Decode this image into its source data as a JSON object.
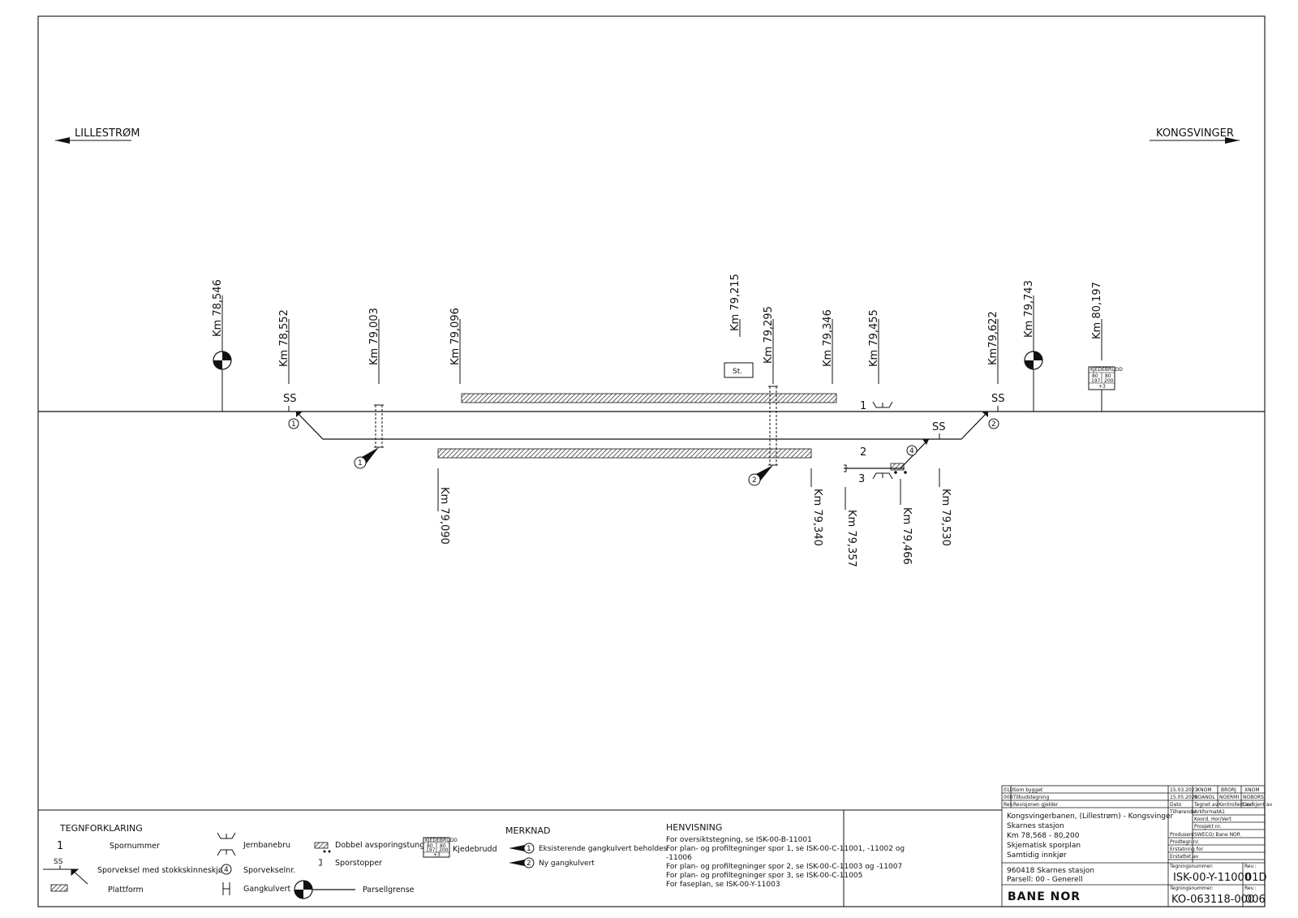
{
  "directions": {
    "left": "LILLESTRØM",
    "right": "KONGSVINGER"
  },
  "km_markers_top": [
    "Km 78,546",
    "Km 78,552",
    "Km 79,003",
    "Km 79,096",
    "Km 79,215",
    "Km 79,295",
    "Km 79,346",
    "Km 79,455",
    "Km79,622",
    "Km 79,743",
    "Km 80,197"
  ],
  "km_markers_bottom": [
    "Km 79,090",
    "Km 79,340",
    "Km 79,357",
    "Km 79,466",
    "Km 79,530"
  ],
  "track_numbers": [
    "1",
    "2",
    "3"
  ],
  "switch_labels": [
    "SS",
    "SS",
    "SS"
  ],
  "switch_numbers": [
    "1",
    "2",
    "4"
  ],
  "culvert_numbers": [
    "1",
    "2"
  ],
  "station_box": "St.",
  "chain_break": {
    "title": "KJEDEBRUDD",
    "row1": [
      "80",
      "80"
    ],
    "row2": [
      "197",
      "200"
    ],
    "row3": "+3"
  },
  "legend": {
    "title": "TEGNFORKLARING",
    "track_number_symbol": "1",
    "track_number": "Spornummer",
    "ss_symbol": "SS",
    "switch_with_joint": "Sporveksel med stokkskinneskjøt",
    "platform": "Plattform",
    "railway_bridge": "Jernbanebru",
    "switch_number": "Sporvekselnr.",
    "switch_number_symbol": "4",
    "underpass": "Gangkulvert",
    "derail": "Dobbel avsporingstunge",
    "buffer": "Sporstopper",
    "chain_break": "Kjedebrudd",
    "boundary": "Parsellgrense"
  },
  "merknad": {
    "title": "MERKNAD",
    "items": [
      {
        "num": "1",
        "text": "Eksisterende gangkulvert beholdes"
      },
      {
        "num": "2",
        "text": "Ny gangkulvert"
      }
    ]
  },
  "henvisning": {
    "title": "HENVISNING",
    "lines": [
      "For oversiktstegning, se ISK-00-B-11001",
      "For plan- og profiltegninger spor 1, se ISK-00-C-11001, -11002 og",
      "-11006",
      "For plan- og profiltegninger spor 2, se ISK-00-C-11003 og -11007",
      "For plan- og profiltegninger spor 3, se ISK-00-C-11005",
      "For faseplan, se ISK-00-Y-11003"
    ]
  },
  "title_block": {
    "revisions": [
      {
        "rev": "01D",
        "desc": "Som bygget",
        "date": "15.03.2023",
        "drawn": "XNOM",
        "checked": "BRORJ",
        "approved": "XNOM"
      },
      {
        "rev": "00B",
        "desc": "Tilbudstegning",
        "date": "15.05.2020",
        "drawn": "NOANOL",
        "checked": "NOERMI",
        "approved": "NOBORS"
      }
    ],
    "rev_headers": [
      "Rev.",
      "Revisjonen gjelder",
      "Dato",
      "Tegnet av",
      "Kontrollert av",
      "Godkjent av"
    ],
    "description_lines": [
      "Kongsvingerbanen, (Lillestrøm) - Kongsvinger",
      "Skarnes stasjon",
      "Km 78,568 - 80,200",
      "Skjematisk sporplan",
      "Samtidig innkjør"
    ],
    "fields": [
      {
        "label": "Tilhørende",
        "value": ""
      },
      {
        "label": "Arkformat",
        "value": "A1"
      },
      {
        "label": "Koord. Hor/Vert",
        "value": ""
      },
      {
        "label": "Prosjekt nr.",
        "value": ""
      },
      {
        "label": "Produsent",
        "value": "SWECO/ Bane NOR"
      },
      {
        "label": "Prodtegn nr.",
        "value": ""
      },
      {
        "label": "Erstatning for",
        "value": ""
      },
      {
        "label": "Erstattet av",
        "value": ""
      }
    ],
    "project_lines": [
      "960418 Skarnes stasjon",
      "Parsell: 00 - Generell"
    ],
    "drawing_no_label": "Tegningsnummer:",
    "drawing_no": "ISK-00-Y-11000",
    "rev_label": "Rev.:",
    "rev": "01D",
    "drawing_no2_label": "Tegningsnummer:",
    "drawing_no2": "KO-063118-000",
    "rev2_label": "Rev.:",
    "rev2": "006",
    "logo": "BANE NOR"
  }
}
